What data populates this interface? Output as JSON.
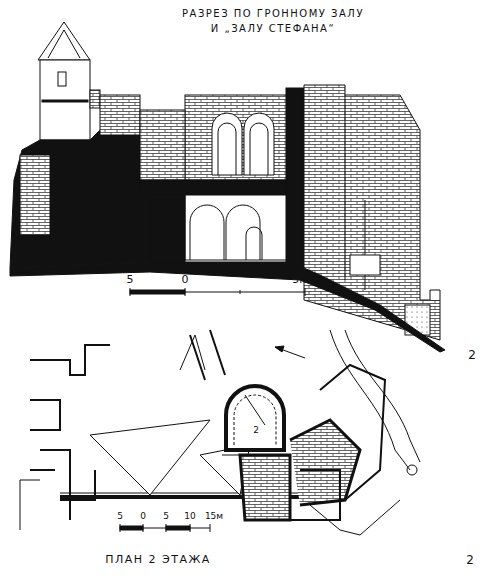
{
  "diagram": {
    "title": "РАЗРЕЗ ПО ГРОННОМУ ЗАЛУ И „ЗАЛУ СТЕФАНА“",
    "labels": [
      "5",
      "0",
      "5м",
      "2",
      "5",
      "0",
      "5",
      "10",
      "15м",
      "ПЛАН 2 ЭТАЖА",
      "2",
      "2"
    ]
  }
}
